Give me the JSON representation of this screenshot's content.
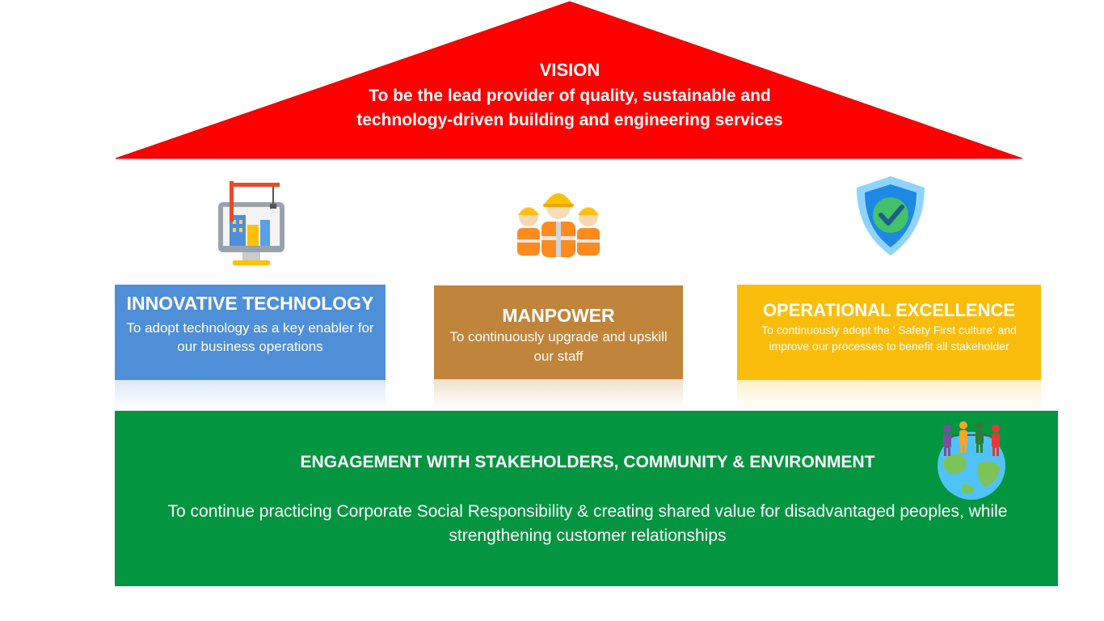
{
  "vision": {
    "title": "VISION",
    "text": "To be the lead provider of quality, sustainable and technology-driven building and engineering services",
    "color": "#fe0000"
  },
  "pillars": [
    {
      "title": "INNOVATIVE TECHNOLOGY",
      "text": "To  adopt technology as a key enabler for our business operations",
      "icon": "construction-computer-icon",
      "color": "#4f8fd8"
    },
    {
      "title": "MANPOWER",
      "text": "To continuously upgrade and upskill our staff",
      "icon": "workers-icon",
      "color": "#c0853b"
    },
    {
      "title": "OPERATIONAL EXCELLENCE",
      "text": "To continuously adopt the ' Safety First culture' and improve our processes to benefit all stakeholder",
      "icon": "safety-shield-icon",
      "color": "#fbbd0c"
    }
  ],
  "base": {
    "title": "ENGAGEMENT WITH STAKEHOLDERS, COMMUNITY & ENVIRONMENT",
    "text": "To continue practicing Corporate Social Responsibility & creating shared value for disadvantaged peoples, while strengthening customer relationships",
    "icon": "people-globe-icon",
    "color": "#03953f"
  }
}
